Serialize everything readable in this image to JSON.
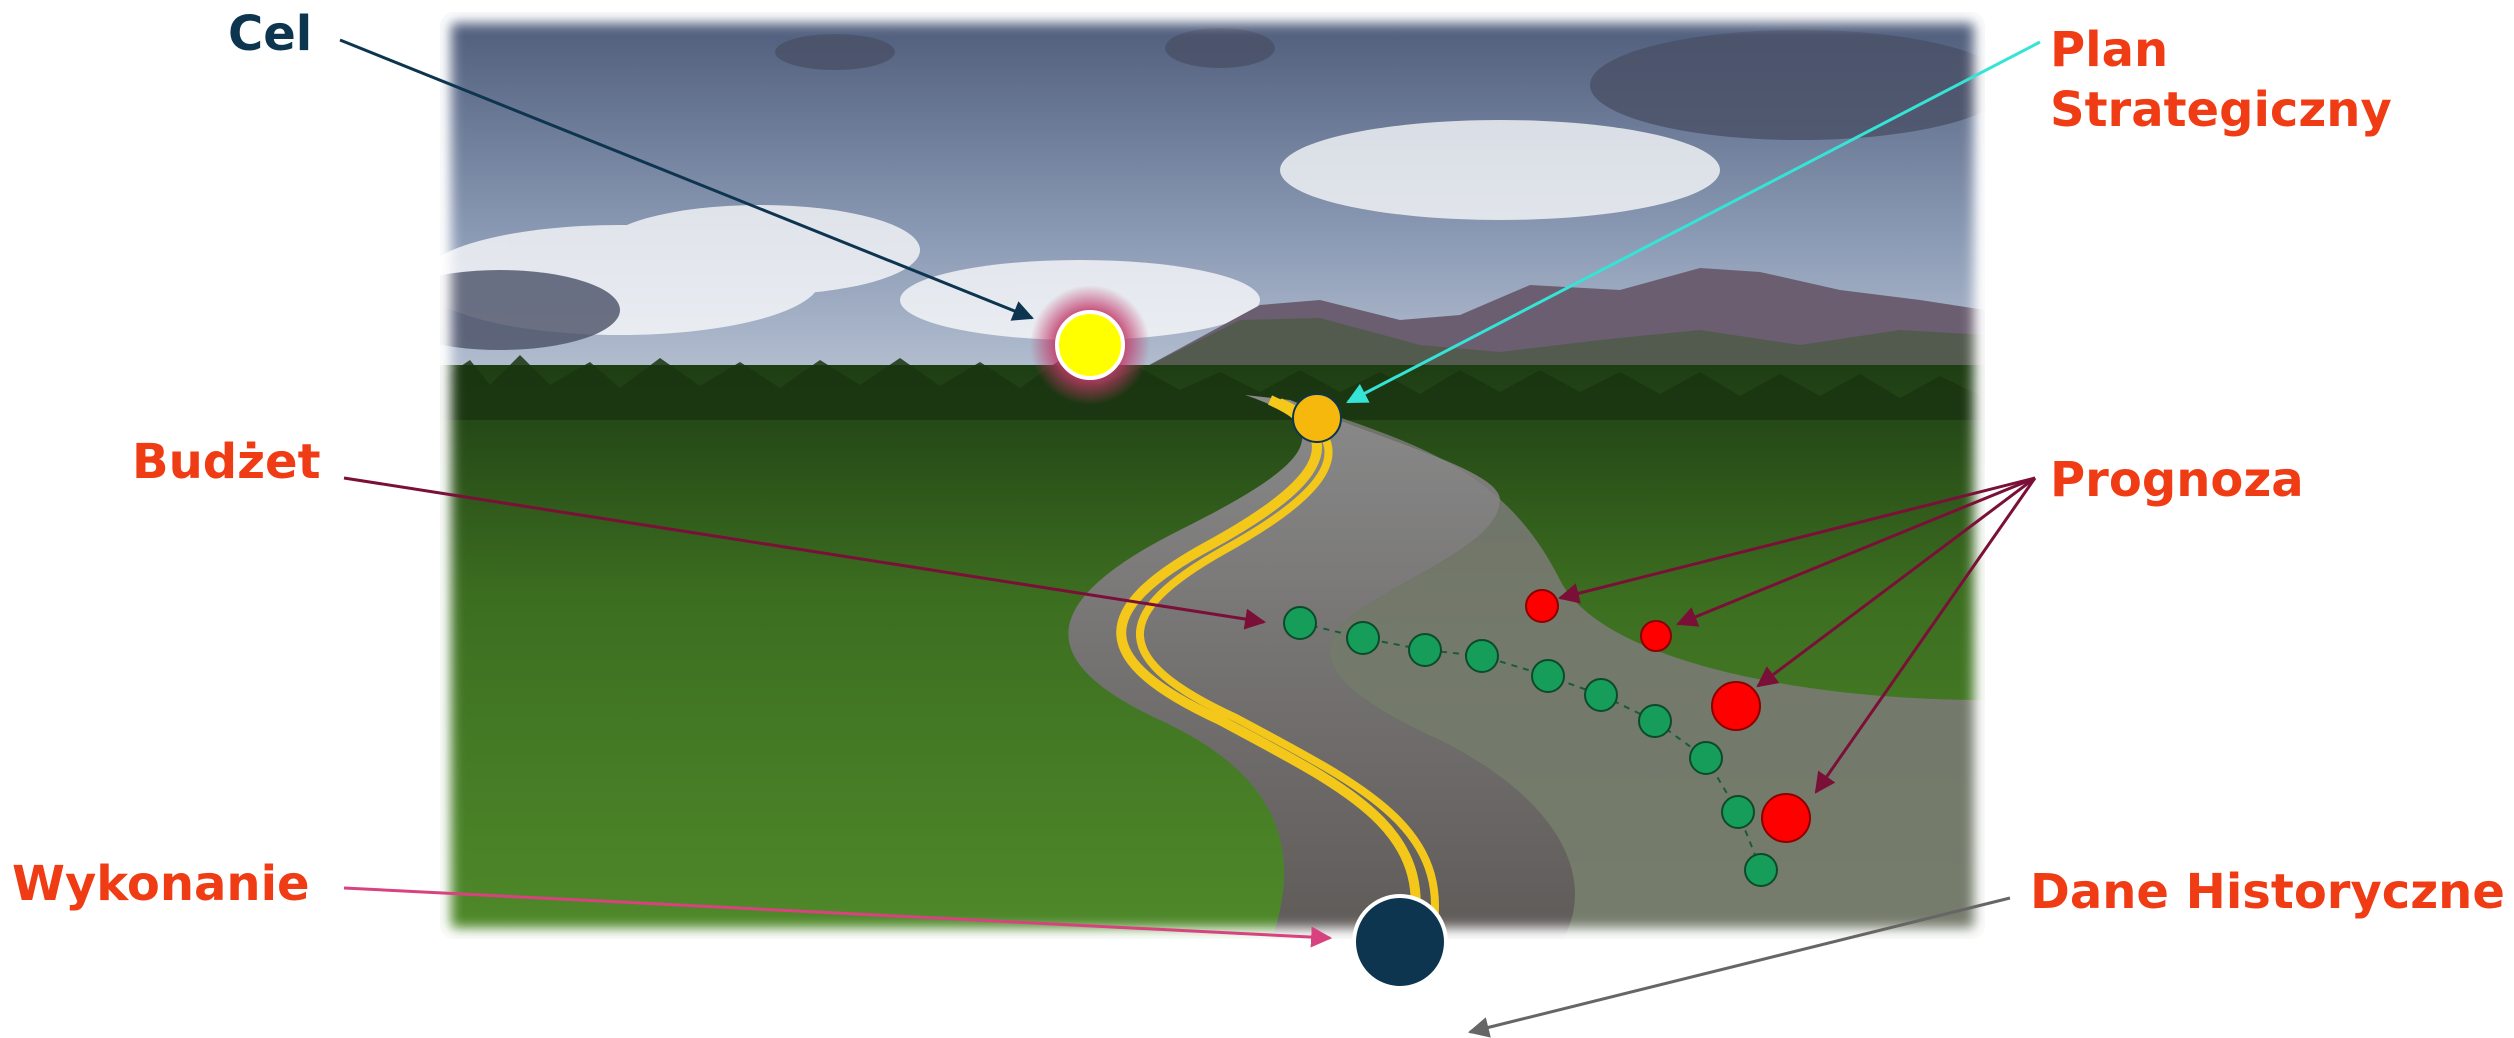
{
  "labels": {
    "cel": "Cel",
    "plan_line1": "Plan",
    "plan_line2": "Strategiczny",
    "budzet": "Budżet",
    "prognoza": "Prognoza",
    "wykonanie": "Wykonanie",
    "dane_historyczne": "Dane Historyczne"
  },
  "colors": {
    "cel_label": "#0d3550",
    "accent_label": "#f03c14",
    "cel_marker": "#ffff00",
    "cel_glow": "#c23a6a",
    "plan_marker": "#f6b80c",
    "budzet_dots": "#169d5a",
    "prognoza_dots": "#ff0000",
    "wykonanie_marker": "#0d3550",
    "arrow_cel": "#0d3550",
    "arrow_plan": "#35e4d6",
    "arrow_budzet": "#7a1038",
    "arrow_prognoza": "#7a1038",
    "arrow_wykonanie": "#d8427f",
    "arrow_historyczne": "#666666"
  },
  "background": "photo-winding-road-forest-mountains"
}
